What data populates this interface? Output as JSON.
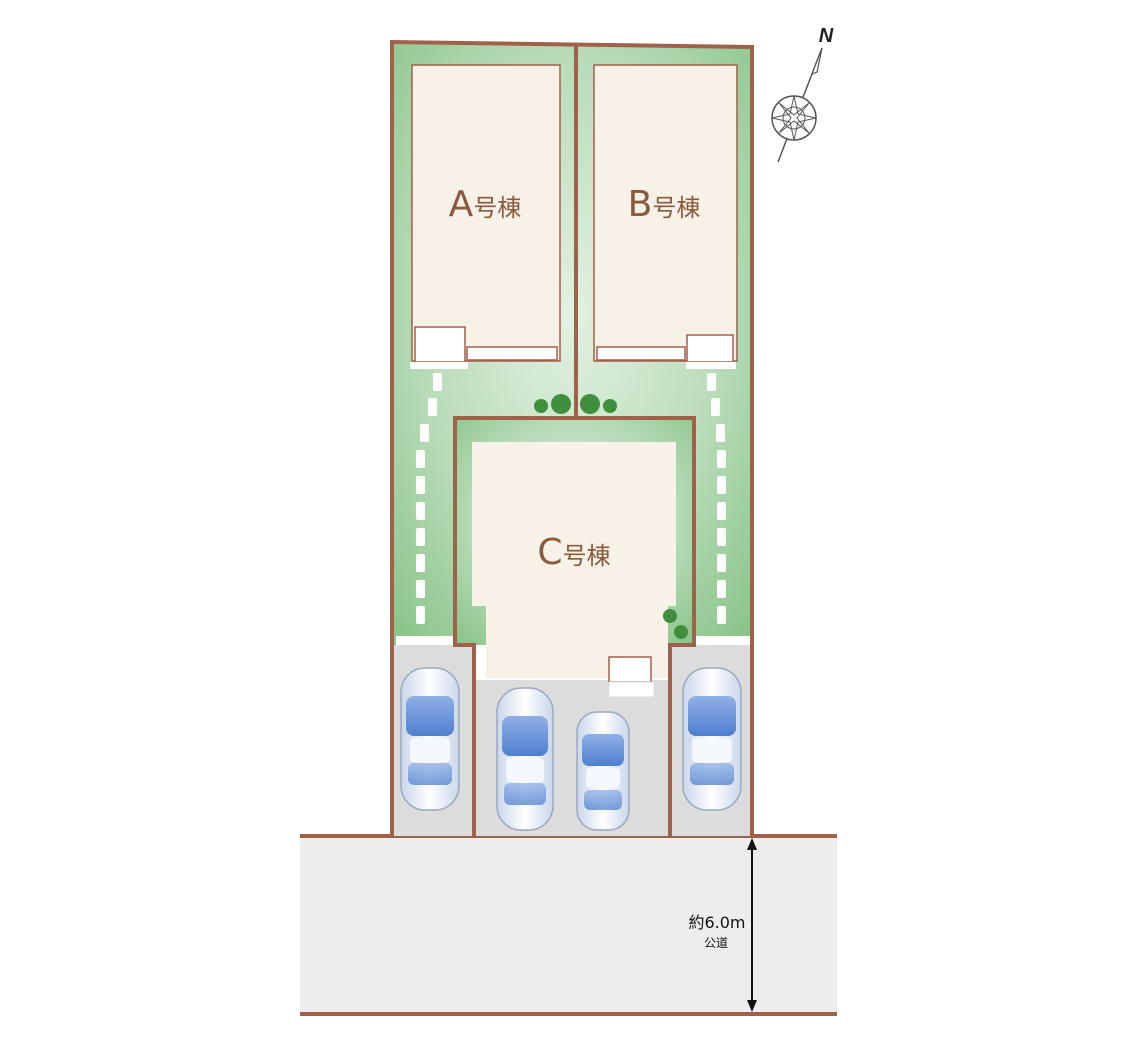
{
  "plan": {
    "buildings": [
      {
        "id": "A",
        "letter": "A",
        "suffix": "号棟"
      },
      {
        "id": "B",
        "letter": "B",
        "suffix": "号棟"
      },
      {
        "id": "C",
        "letter": "C",
        "suffix": "号棟"
      }
    ],
    "road": {
      "width_label": "約6.0m",
      "type_label": "公道"
    },
    "compass": {
      "north_label": "N"
    },
    "parking_spaces": 4
  },
  "colors": {
    "boundary": "#a0614a",
    "lawn": "#9bcc9b",
    "building": "#f7f1e8",
    "paving": "#dcdcdc",
    "road": "#ededed",
    "tree": "#3f8f3f",
    "label": "#8a5a3c"
  }
}
